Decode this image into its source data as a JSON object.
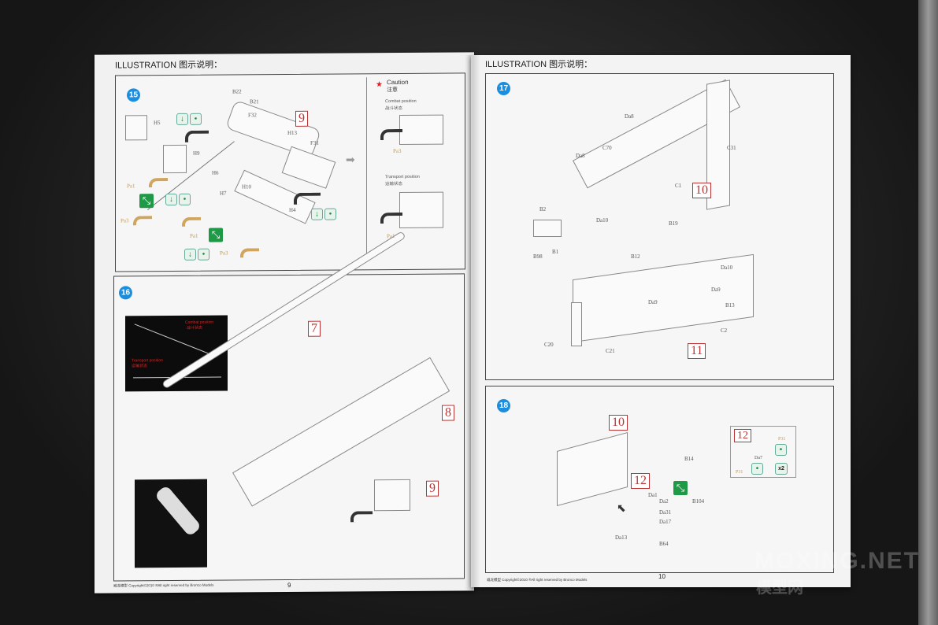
{
  "left_page": {
    "header": "ILLUSTRATION 图示说明：",
    "step15": {
      "number": "15",
      "ref": "9",
      "labels": [
        "B22",
        "B21",
        "H5",
        "F32",
        "H13",
        "F31",
        "H9",
        "H6",
        "Pa1",
        "Pa3",
        "H7",
        "H10",
        "H4",
        "Pa1",
        "Pa3"
      ],
      "caution": {
        "title": "Caution",
        "title_cn": "注意",
        "combat": "Combat position",
        "combat_cn": "战斗状态",
        "combat_label": "Pa3",
        "transport": "Transport position",
        "transport_cn": "运输状态",
        "transport_label": "Pa1"
      }
    },
    "step16": {
      "number": "16",
      "refs": [
        "7",
        "8",
        "9"
      ],
      "photo_combat": "Combat position",
      "photo_combat_cn": "战斗状态",
      "photo_transport": "Transport position",
      "photo_transport_cn": "运输状态"
    },
    "footer": "威龙模型 Copyright©2010 ®All right reserved by Bronco Models",
    "page_number": "9"
  },
  "right_page": {
    "header": "ILLUSTRATION 图示说明：",
    "step17": {
      "number": "17",
      "refs": [
        "10",
        "11"
      ],
      "labels": [
        "Da8",
        "C70",
        "Da8",
        "Da10",
        "C1",
        "C31",
        "B19",
        "B12",
        "B2",
        "B98",
        "B1",
        "Da10",
        "Da9",
        "Da9",
        "B13",
        "C2",
        "C20",
        "C21"
      ]
    },
    "step18": {
      "number": "18",
      "refs": [
        "10",
        "12"
      ],
      "labels": [
        "B14",
        "Da1",
        "Da2",
        "B104",
        "Da31",
        "Da17",
        "Da13",
        "B64"
      ],
      "inset": {
        "ref": "12",
        "labels": [
          "P31",
          "Da7",
          "P31"
        ],
        "multiplier": "x2"
      }
    },
    "footer": "威龙模型 Copyright©2010 ®All right reserved by Bronco Models",
    "page_number": "10"
  },
  "watermark": {
    "text": "MOXING.NET",
    "text_cn": "模型网"
  }
}
